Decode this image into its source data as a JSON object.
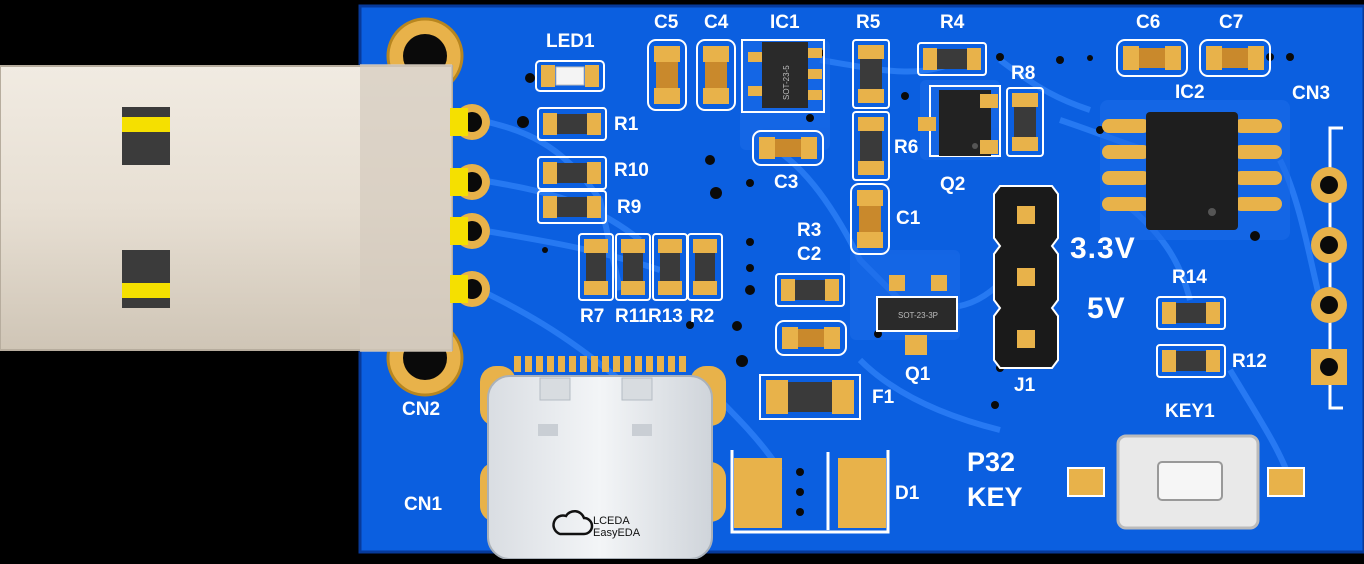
{
  "colors": {
    "board": "#0b5fe0",
    "board_dark": "#0642b8",
    "copper": "#1f73f0",
    "gold": "#e8b24a",
    "gold_dark": "#b8861f",
    "silkscreen": "#ffffff",
    "resistor_body": "#3a3a3a",
    "capacitor_body": "#c9892c",
    "usb_plug": "#e7dfd3"
  },
  "labels": {
    "led1": "LED1",
    "c5": "C5",
    "c4": "C4",
    "ic1": "IC1",
    "r5": "R5",
    "r4": "R4",
    "c6": "C6",
    "c7": "C7",
    "r8": "R8",
    "ic2": "IC2",
    "cn3": "CN3",
    "r1": "R1",
    "r6": "R6",
    "q2": "Q2",
    "r10": "R10",
    "c3": "C3",
    "r9": "R9",
    "c1": "C1",
    "v33": "3.3V",
    "r3": "R3",
    "c2": "C2",
    "r14": "R14",
    "v5": "5V",
    "r7": "R7",
    "r11": "R11",
    "r13": "R13",
    "r2": "R2",
    "q1": "Q1",
    "j1": "J1",
    "r12": "R12",
    "cn2": "CN2",
    "f1": "F1",
    "key1": "KEY1",
    "p32": "P32",
    "key": "KEY",
    "cn1": "CN1",
    "d1": "D1"
  },
  "chip_marks": {
    "ic1": "SOT-23-5",
    "q1": "SOT-23-3P"
  },
  "logo": {
    "line1": "LCEDA",
    "line2": "EasyEDA",
    "icon": "cloud-icon"
  }
}
